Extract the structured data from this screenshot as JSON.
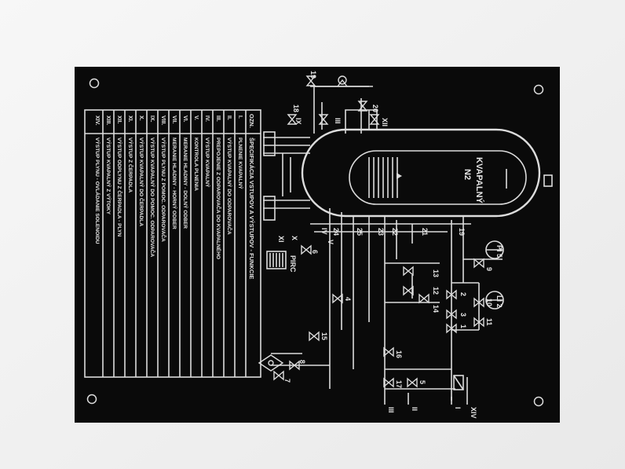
{
  "panel": {
    "background_color": "#0a0a0a",
    "line_color": "#dcdcdc",
    "icons": [
      "mounting-hole-icon",
      "valve-icon",
      "pump-icon",
      "tank-icon",
      "heat-exchanger-icon"
    ]
  },
  "legend": {
    "header_code": "OZN.",
    "header_desc": "ŠPECIFIKÁCIA VSTUPOV A VÝSTUPOV - FUNKCIE",
    "rows": [
      {
        "code": "I.",
        "desc": "PLNENIE KVAPALNÝ"
      },
      {
        "code": "II.",
        "desc": "VÝSTUP KVAPALNÝ DO ODPAROVAČA"
      },
      {
        "code": "III.",
        "desc": "PREPOJENIE Z ODPAROVAČA DO KVAPALNÉHO"
      },
      {
        "code": "IV.",
        "desc": "VÝSTUP KVAPALNÝ"
      },
      {
        "code": "V.",
        "desc": "KONTROLA PLNENIA"
      },
      {
        "code": "VI.",
        "desc": "MERANIE HLADINY - DOLNÝ ODBER"
      },
      {
        "code": "VII.",
        "desc": "MERANIE HLADINY - HORNÝ ODBER"
      },
      {
        "code": "VIII.",
        "desc": "VÝSTUP PLYNU Z POMOC. ODPAROVAČA"
      },
      {
        "code": "IX.",
        "desc": "VÝSTUP KVAPALNÝ DO POMOC. ODPAROVAČA"
      },
      {
        "code": "X.",
        "desc": "VÝSTUP KVAPALNÝ DO ČERPADLA"
      },
      {
        "code": "XI.",
        "desc": "VÝSTUP Z ČERPADLA"
      },
      {
        "code": "XII.",
        "desc": "VÝSTUP ODPLYNU Z ČERPADLA - PLYN"
      },
      {
        "code": "XIII.",
        "desc": "VÝSTUP KVAPALNÝ Z VÝTOKY"
      },
      {
        "code": "XIV.",
        "desc": "VÝSTUP PLYNU - OVLÁDANIE SOLENOIDU"
      }
    ]
  },
  "diagram": {
    "tank_label_line1": "KVAPALNÝ",
    "tank_label_line2": "N2",
    "pipe_labels": [
      "18",
      "19",
      "20",
      "XII",
      "III",
      "IX",
      "XI",
      "X",
      "V",
      "IV",
      "24",
      "25",
      "23",
      "22",
      "21",
      "19"
    ],
    "valve_numbers": [
      "13",
      "12",
      "14",
      "2",
      "3",
      "1",
      "9",
      "10",
      "11",
      "4",
      "6",
      "7",
      "8",
      "15",
      "16",
      "17",
      "5"
    ],
    "bottom_labels": [
      "III",
      "II",
      "I",
      "XIV"
    ],
    "gauge_labels": [
      "PI 5",
      "LI 2"
    ],
    "pump_label": "PIRC"
  }
}
